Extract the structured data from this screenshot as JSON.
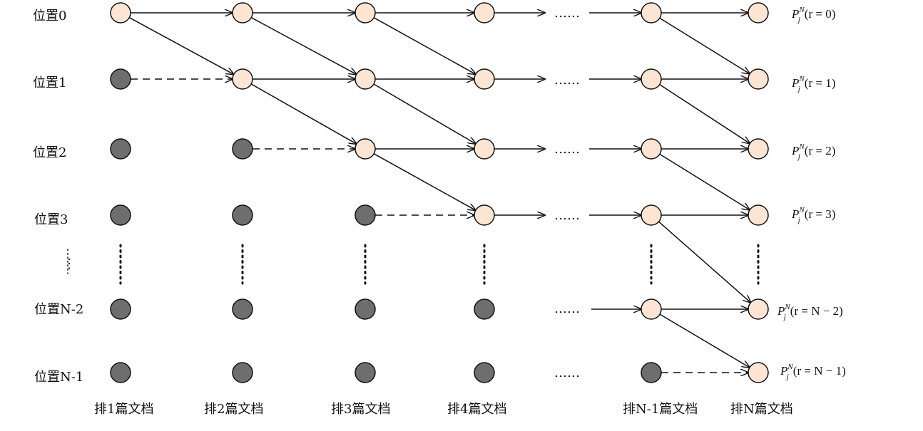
{
  "row_labels": [
    "位置0",
    "位置1",
    "位置2",
    "位置3",
    "⋮",
    "位置N-2",
    "位置N-1"
  ],
  "column_labels": [
    "排1篇文档",
    "排2篇文档",
    "排3篇文档",
    "排4篇文档",
    "排N-1篇文档",
    "排N篇文档"
  ],
  "gap_ellipsis": "……",
  "right_labels": [
    {
      "base": "P",
      "sub": "j",
      "sup": "N",
      "expr": "(r = 0)"
    },
    {
      "base": "P",
      "sub": "j",
      "sup": "N",
      "expr": "(r = 1)"
    },
    {
      "base": "P",
      "sub": "j",
      "sup": "N",
      "expr": "(r = 2)"
    },
    {
      "base": "P",
      "sub": "j",
      "sup": "N",
      "expr": "(r = 3)"
    },
    {
      "base": "P",
      "sub": "j",
      "sup": "N",
      "expr": "(r = N − 2)"
    },
    {
      "base": "P",
      "sub": "j",
      "sup": "N",
      "expr": "(r = N − 1)"
    }
  ],
  "colors": {
    "active_node": "#fde5d3",
    "inactive_node": "#6e6e6e",
    "stroke": "#111111"
  }
}
